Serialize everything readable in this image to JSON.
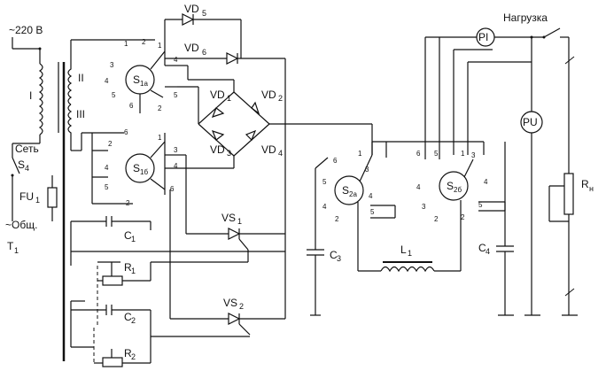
{
  "labels": {
    "mains": "~220 В",
    "winding_I": "I",
    "winding_II": "II",
    "winding_III": "III",
    "switch_label": "Сеть",
    "switch_ref": "S",
    "switch_sub": "4",
    "fuse_ref": "FU",
    "fuse_sub": "1",
    "common": "~Общ.",
    "transformer_ref": "T",
    "transformer_sub": "1",
    "load": "Нагрузка",
    "ammeter": "PI",
    "voltmeter": "PU",
    "rload_ref": "R",
    "rload_sub": "н",
    "vd5": "VD",
    "vd5_sub": "5",
    "vd6": "VD",
    "vd6_sub": "6",
    "vd1": "VD",
    "vd1_sub": "1",
    "vd2": "VD",
    "vd2_sub": "2",
    "vd3": "VD",
    "vd3_sub": "3",
    "vd4": "VD",
    "vd4_sub": "4",
    "vs1": "VS",
    "vs1_sub": "1",
    "vs2": "VS",
    "vs2_sub": "2",
    "c1": "C",
    "c1_sub": "1",
    "c2": "C",
    "c2_sub": "2",
    "c3": "C",
    "c3_sub": "3",
    "c4": "C",
    "c4_sub": "4",
    "r1": "R",
    "r1_sub": "1",
    "r2": "R",
    "r2_sub": "2",
    "l1": "L",
    "l1_sub": "1",
    "s1a": "S",
    "s1a_sub": "1а",
    "s1b": "S",
    "s1b_sub": "1б",
    "s2a": "S",
    "s2a_sub": "2а",
    "s2b": "S",
    "s2b_sub": "2б"
  },
  "switch_pins": {
    "s1a": [
      "1",
      "2",
      "3",
      "4",
      "5",
      "6"
    ],
    "s1b": [
      "1",
      "2",
      "3",
      "4",
      "5",
      "6"
    ],
    "s2a": [
      "1",
      "2",
      "3",
      "4",
      "5",
      "6"
    ],
    "s2b": [
      "1",
      "2",
      "3",
      "4",
      "5",
      "6"
    ]
  }
}
